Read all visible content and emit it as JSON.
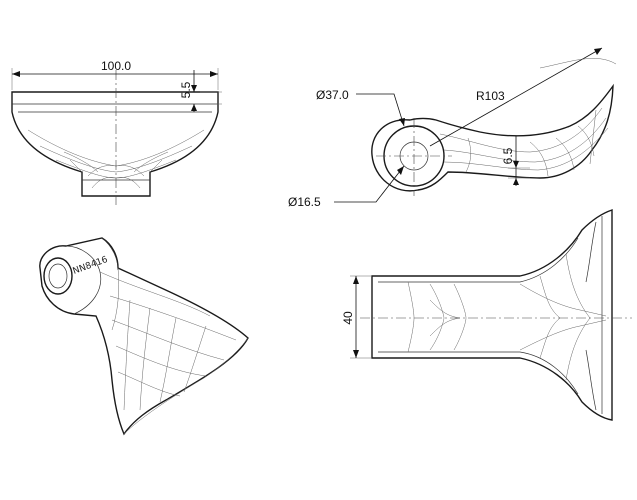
{
  "dimensions": {
    "width_label": "100.0",
    "top_thickness_label": "5.5",
    "pivot_diameter_label": "Ø37.0",
    "radius_label": "R103",
    "thickness_label": "6.5",
    "hole_diameter_label": "Ø16.5",
    "blade_width_label": "40"
  },
  "iso_view": {
    "part_marking": "NN8416"
  },
  "colors": {
    "line": "#1a1a1a",
    "background": "#ffffff"
  }
}
